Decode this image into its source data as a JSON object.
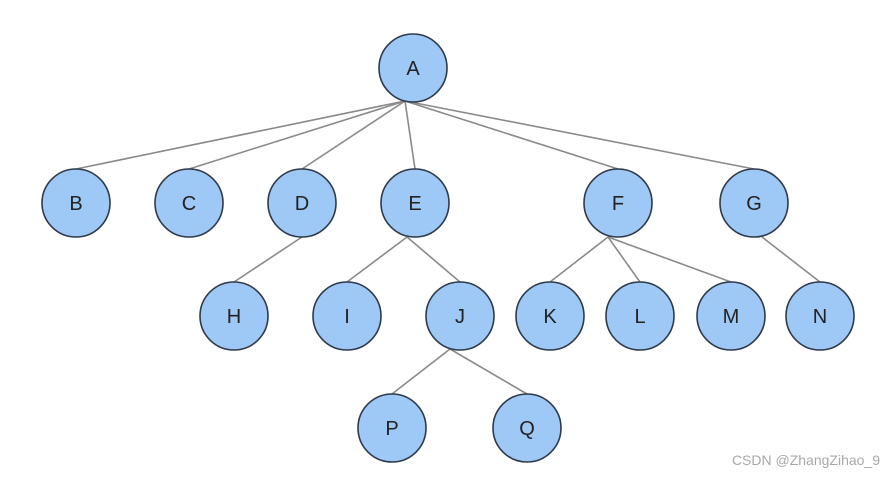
{
  "tree": {
    "nodes": [
      "A",
      "B",
      "C",
      "D",
      "E",
      "F",
      "G",
      "H",
      "I",
      "J",
      "K",
      "L",
      "M",
      "N",
      "P",
      "Q"
    ],
    "edges": [
      [
        "A",
        "B"
      ],
      [
        "A",
        "C"
      ],
      [
        "A",
        "D"
      ],
      [
        "A",
        "E"
      ],
      [
        "A",
        "F"
      ],
      [
        "A",
        "G"
      ],
      [
        "D",
        "H"
      ],
      [
        "E",
        "I"
      ],
      [
        "E",
        "J"
      ],
      [
        "F",
        "K"
      ],
      [
        "F",
        "L"
      ],
      [
        "F",
        "M"
      ],
      [
        "G",
        "N"
      ],
      [
        "J",
        "P"
      ],
      [
        "J",
        "Q"
      ]
    ]
  },
  "colors": {
    "node_fill": "#9ec8f5",
    "node_stroke": "#2f3a4a",
    "edge": "#8a8a8a",
    "label": "#222222"
  },
  "watermark": "CSDN @ZhangZihao_9"
}
